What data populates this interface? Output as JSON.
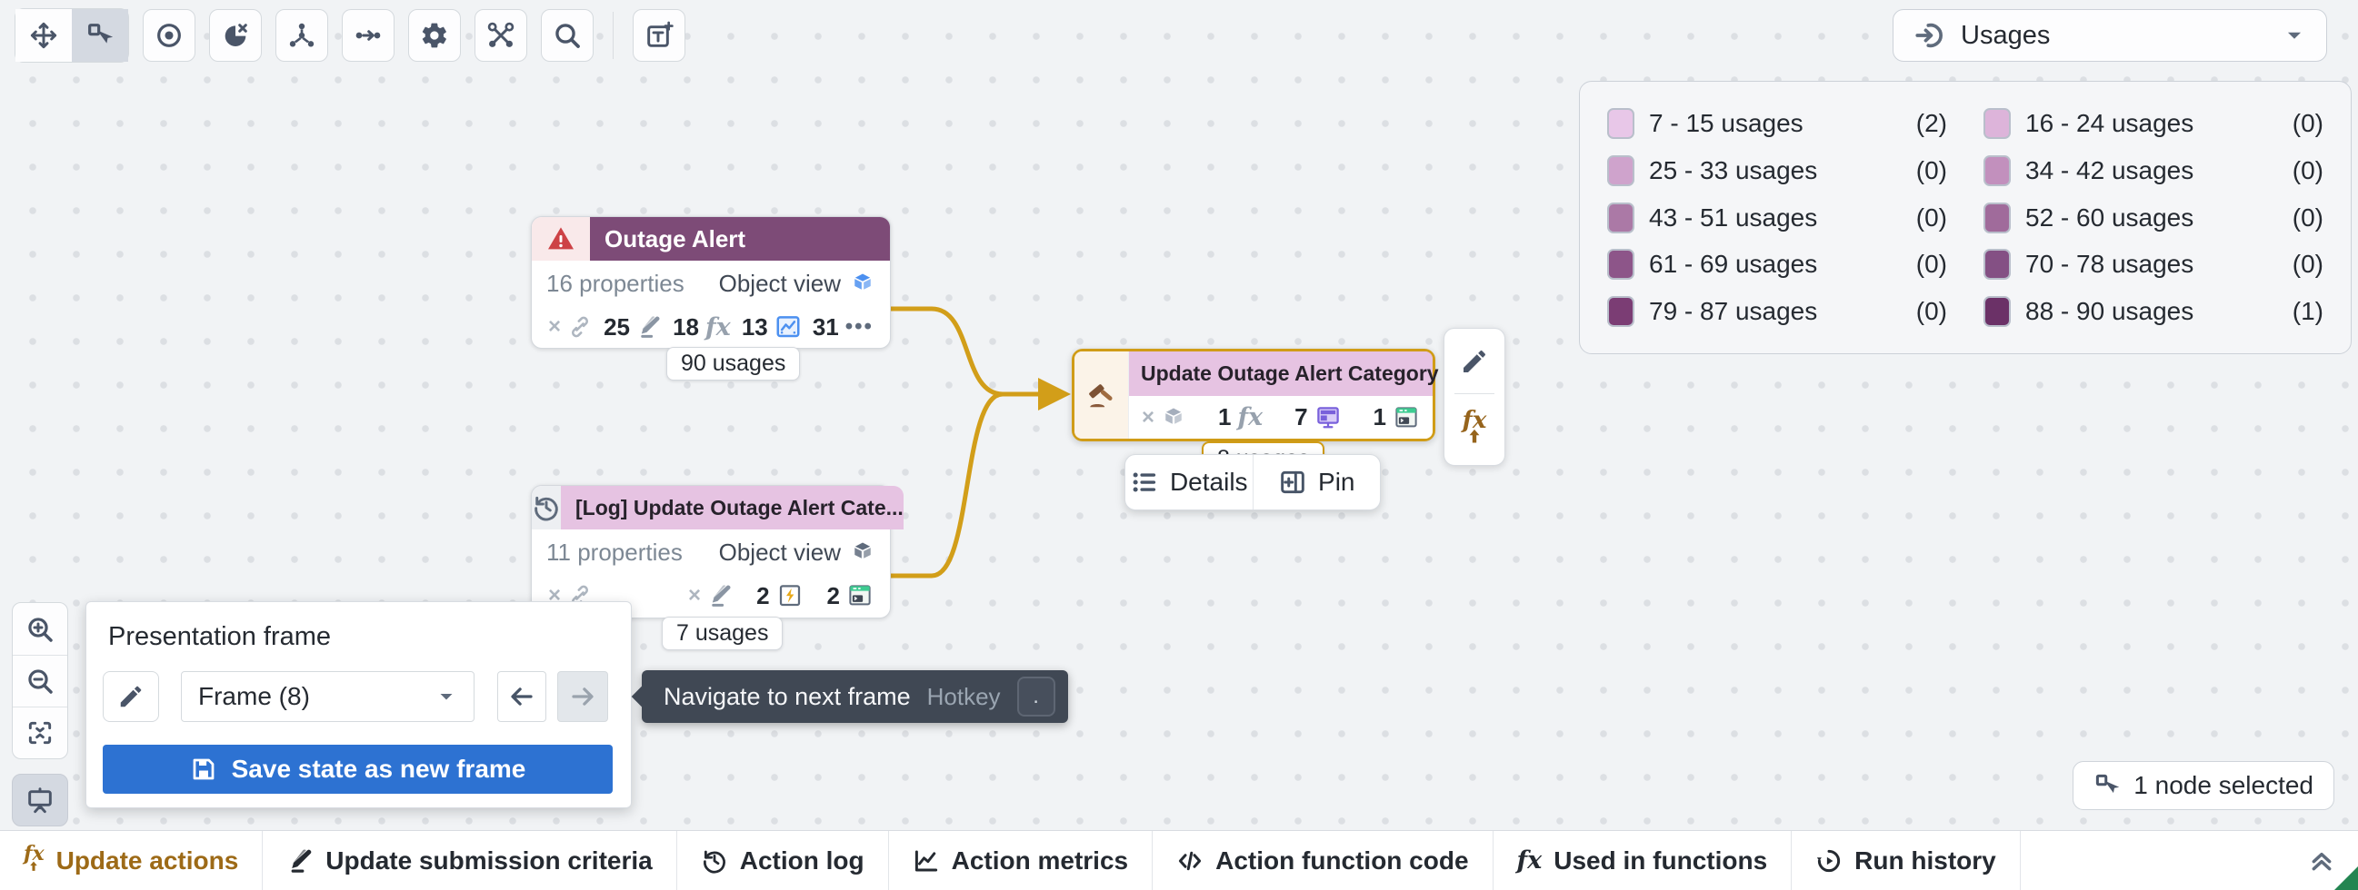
{
  "top_toolbar": {
    "tools": [
      "move-tool",
      "select-tool",
      "focus-tool",
      "pie-filter-tool",
      "auto-layout-tool",
      "merge-edges-tool",
      "settings-tool",
      "expand-graph-tool",
      "search-tool",
      "add-frame-tool"
    ],
    "active_tool": "select-tool"
  },
  "usages_dropdown": {
    "label": "Usages",
    "icon": "sign-in"
  },
  "legend": {
    "items": [
      {
        "label": "7 - 15 usages",
        "count": "(2)",
        "color": "#e8c7e8"
      },
      {
        "label": "16 - 24 usages",
        "count": "(0)",
        "color": "#ddb4da"
      },
      {
        "label": "25 - 33 usages",
        "count": "(0)",
        "color": "#cfa3cc"
      },
      {
        "label": "34 - 42 usages",
        "count": "(0)",
        "color": "#c290bd"
      },
      {
        "label": "43 - 51 usages",
        "count": "(0)",
        "color": "#ab79a6"
      },
      {
        "label": "52 - 60 usages",
        "count": "(0)",
        "color": "#a06b9b"
      },
      {
        "label": "61 - 69 usages",
        "count": "(0)",
        "color": "#8d5589"
      },
      {
        "label": "70 - 78 usages",
        "count": "(0)",
        "color": "#845084"
      },
      {
        "label": "79 - 87 usages",
        "count": "(0)",
        "color": "#7b3d74"
      },
      {
        "label": "88 - 90 usages",
        "count": "(1)",
        "color": "#6b3167"
      }
    ]
  },
  "glyphs": {
    "clear": "×",
    "more": "•••",
    "fx": "fx"
  },
  "node_outage": {
    "title": "Outage Alert",
    "properties": "16 properties",
    "object_view_label": "Object view",
    "stats": {
      "edits": "25",
      "functions": "18",
      "workshop": "13",
      "more": "31"
    },
    "usages_badge": "90 usages"
  },
  "node_update": {
    "title": "Update Outage Alert Category",
    "stats": {
      "functions": "1",
      "interfaces": "7",
      "terminal": "1"
    },
    "usages_badge": "8 usages"
  },
  "node_log": {
    "title": "[Log] Update Outage Alert Cate...",
    "properties": "11 properties",
    "object_view_label": "Object view",
    "stats": {
      "automations": "2",
      "terminal": "2"
    },
    "usages_badge": "7 usages"
  },
  "selection_popover": {
    "details": "Details",
    "pin": "Pin"
  },
  "frame_panel": {
    "title": "Presentation frame",
    "frame_value": "Frame (8)",
    "save_button": "Save state as new frame"
  },
  "tooltip": {
    "label": "Navigate to next frame",
    "hotkey_label": "Hotkey",
    "hotkey_key": "."
  },
  "selection_badge": {
    "label": "1 node selected"
  },
  "bottom_tabs": {
    "items": [
      {
        "label": "Update actions",
        "icon": "fx-up",
        "active": true
      },
      {
        "label": "Update submission criteria",
        "icon": "edit-strike"
      },
      {
        "label": "Action log",
        "icon": "history"
      },
      {
        "label": "Action metrics",
        "icon": "chart"
      },
      {
        "label": "Action function code",
        "icon": "code"
      },
      {
        "label": "Used in functions",
        "icon": "fx"
      },
      {
        "label": "Run history",
        "icon": "run-circle"
      }
    ]
  },
  "colors": {
    "edge_gold": "#d29e19",
    "selection_gold": "#d09c17",
    "header_purple": "#7d4b77",
    "header_pink": "#e6c3e2",
    "primary_blue": "#2d72d2",
    "active_tab_brown": "#9d6a17",
    "corner_green": "#238551"
  }
}
